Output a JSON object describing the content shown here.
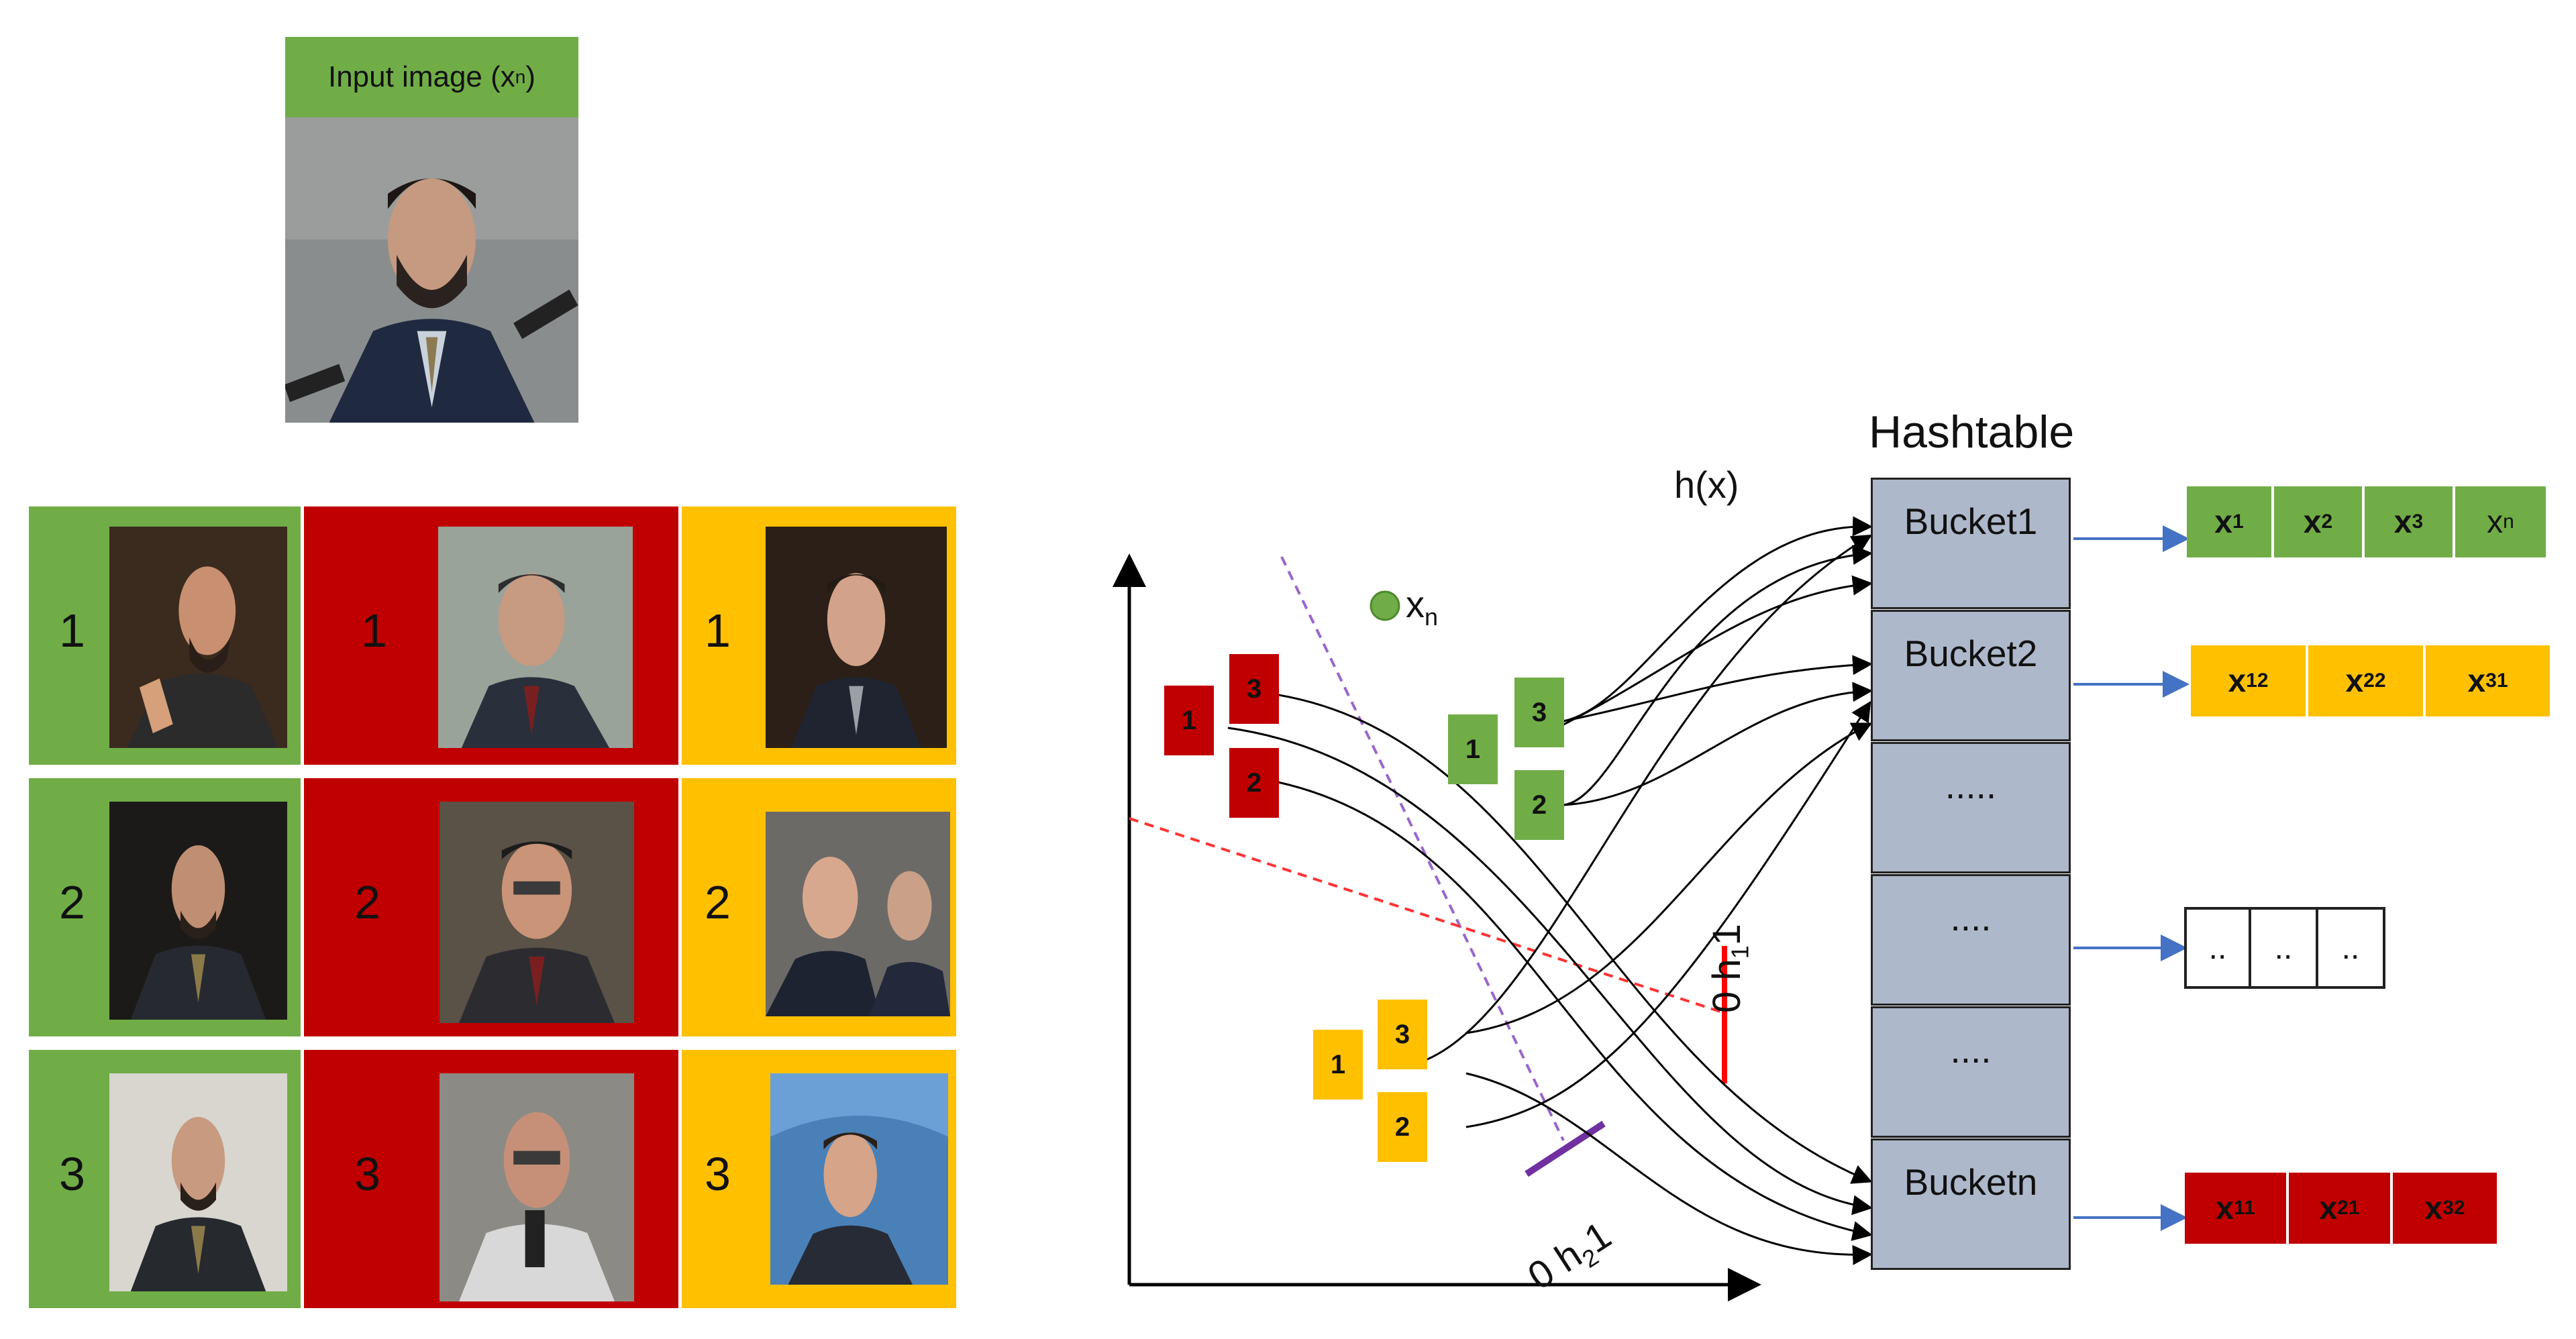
{
  "input": {
    "header_prefix": "Input image (x",
    "header_sub": "n",
    "header_suffix": ")"
  },
  "gallery": {
    "columns": [
      {
        "color": "#70ad47",
        "numbers": [
          "1",
          "2",
          "3"
        ]
      },
      {
        "color": "#c00000",
        "numbers": [
          "1",
          "2",
          "3"
        ]
      },
      {
        "color": "#ffc000",
        "numbers": [
          "1",
          "2",
          "3"
        ]
      }
    ]
  },
  "plot": {
    "point_label": "x",
    "point_sub": "n",
    "hash_label": "h(x)",
    "h1_label": "0  h",
    "h1_sub": "1",
    "h1_tail": "1",
    "h2_label": "0  h",
    "h2_sub": "2",
    "h2_tail": "1",
    "red_squares": [
      "1",
      "3",
      "2"
    ],
    "green_squares": [
      "1",
      "3",
      "2"
    ],
    "yellow_squares": [
      "1",
      "3",
      "2"
    ]
  },
  "hashtable": {
    "title": "Hashtable",
    "buckets": [
      "Bucket1",
      "Bucket2",
      ".....",
      "....",
      "....",
      "Bucketn"
    ]
  },
  "chains": {
    "bucket1": [
      {
        "base": "x",
        "sub": "1"
      },
      {
        "base": "x",
        "sub": "2"
      },
      {
        "base": "x",
        "sub": "3"
      },
      {
        "base": "x",
        "sub": "n"
      }
    ],
    "bucket2": [
      {
        "base": "x",
        "sub": "12"
      },
      {
        "base": "x",
        "sub": "22"
      },
      {
        "base": "x",
        "sub": "31"
      }
    ],
    "empty": [
      "..",
      "..",
      ".."
    ],
    "bucketn": [
      {
        "base": "x",
        "sub": "11"
      },
      {
        "base": "x",
        "sub": "21"
      },
      {
        "base": "x",
        "sub": "32"
      }
    ]
  },
  "colors": {
    "green": "#70ad47",
    "red": "#c00000",
    "yellow": "#ffc000",
    "bucket": "#adb9ca",
    "arrow_blue": "#4472c4",
    "purple": "#7030a0"
  }
}
